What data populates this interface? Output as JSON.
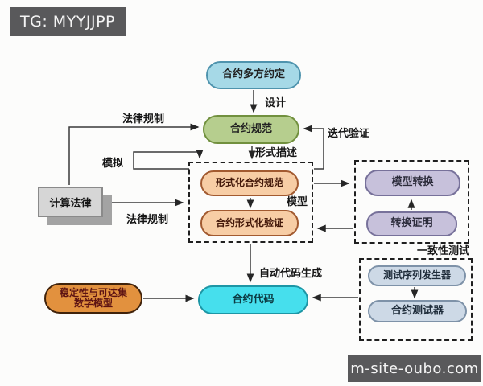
{
  "watermarks": {
    "top_left": "TG: MYYJJPP",
    "bottom_right": "m-site-oubo.com"
  },
  "nodes": {
    "contract_agreement": "合约多方约定",
    "contract_spec": "合约规范",
    "formal_contract_spec": "形式化合约规范",
    "contract_formal_verification": "合约形式化验证",
    "model_transformation": "模型转换",
    "transformation_proof": "转换证明",
    "test_sequence_generator": "测试序列发生器",
    "contract_tester": "合约测试器",
    "contract_code": "合约代码",
    "stability_line1": "稳定性与可达集",
    "stability_line2": "数学模型",
    "computational_law": "计算法律"
  },
  "edge_labels": {
    "design": "设计",
    "legal_regulation_top": "法律规制",
    "legal_regulation_bottom": "法律规制",
    "simulation": "模拟",
    "formal_description": "形式描述",
    "iterative_verification": "迭代验证",
    "model": "模型",
    "auto_code_generation": "自动代码生成",
    "consistency_testing": "一致性测试"
  },
  "colors": {
    "agreement_fill": "#a6d9e7",
    "spec_fill": "#b6ce8e",
    "formal_fill": "#f7cda5",
    "transform_fill": "#c7c1db",
    "test_fill": "#cdd9e6",
    "code_fill": "#46dfed",
    "stability_fill": "#e2913e",
    "law_fill": "#d6d6d6",
    "dashed_border": "#1f1f1f",
    "watermark_bg": "#59595b"
  }
}
